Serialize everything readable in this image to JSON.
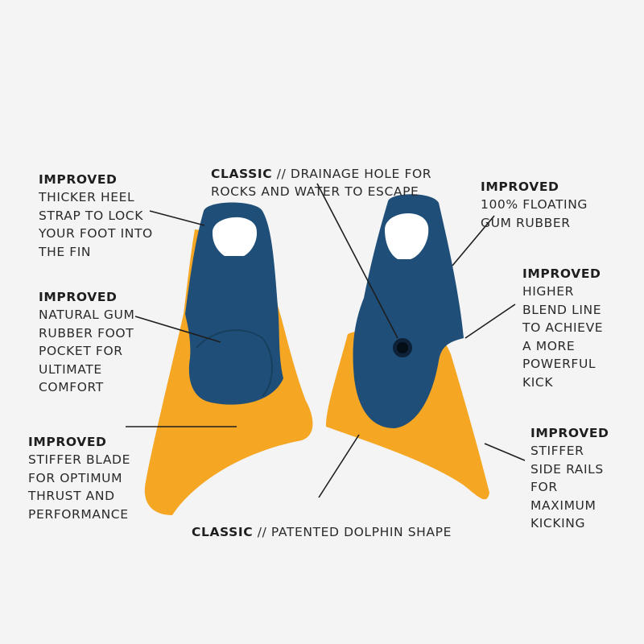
{
  "colors": {
    "background": "#f4f4f4",
    "fin_blue": "#1f4e79",
    "fin_orange": "#f5a623",
    "text": "#1e1e1e"
  },
  "callouts": {
    "heel_strap": {
      "tag": "IMPROVED",
      "text": "THICKER HEEL\nSTRAP TO LOCK\nYOUR FOOT INTO\nTHE FIN"
    },
    "foot_pocket": {
      "tag": "IMPROVED",
      "text": "NATURAL GUM\nRUBBER FOOT\nPOCKET FOR\nULTIMATE\nCOMFORT"
    },
    "blade": {
      "tag": "IMPROVED",
      "text": "STIFFER BLADE\nFOR OPTIMUM\nTHRUST AND\nPERFORMANCE"
    },
    "drainage": {
      "tag": "CLASSIC",
      "text": " // DRAINAGE HOLE FOR\nROCKS AND WATER TO ESCAPE"
    },
    "floating": {
      "tag": "IMPROVED",
      "text": "100% FLOATING\nGUM RUBBER"
    },
    "blend_line": {
      "tag": "IMPROVED",
      "text": "HIGHER\nBLEND LINE\nTO ACHIEVE\nA MORE\nPOWERFUL\nKICK"
    },
    "side_rails": {
      "tag": "IMPROVED",
      "text": "STIFFER\nSIDE RAILS\nFOR\nMAXIMUM\nKICKING"
    },
    "dolphin": {
      "tag": "CLASSIC",
      "text": " // PATENTED DOLPHIN SHAPE"
    }
  }
}
